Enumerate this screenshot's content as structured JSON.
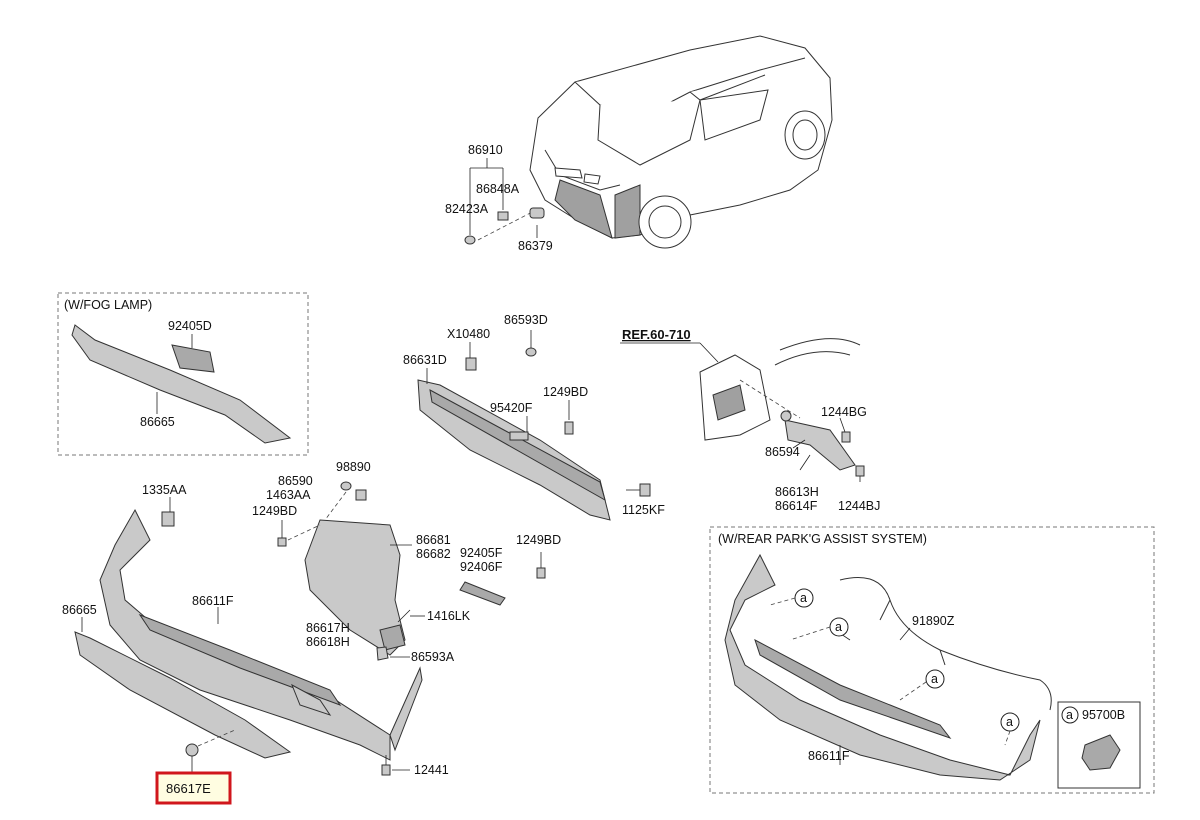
{
  "sections": {
    "fog_lamp": "(W/FOG LAMP)",
    "park_assist": "(W/REAR PARK'G ASSIST SYSTEM)"
  },
  "ref_label": "REF.60-710",
  "callout_letter": "a",
  "labels": {
    "p86910": "86910",
    "p86848A": "86848A",
    "p82423A": "82423A",
    "p86379": "86379",
    "p92405D": "92405D",
    "p86665_fog": "86665",
    "pX10480": "X10480",
    "p86593D": "86593D",
    "p86631D": "86631D",
    "p95420F": "95420F",
    "p1249BD_a": "1249BD",
    "p1125KF": "1125KF",
    "p1244BG": "1244BG",
    "p86594": "86594",
    "p86613H": "86613H",
    "p86614F": "86614F",
    "p1244BJ": "1244BJ",
    "p1335AA": "1335AA",
    "p86590": "86590",
    "p1463AA": "1463AA",
    "p98890": "98890",
    "p1249BD_b": "1249BD",
    "p86681": "86681",
    "p86682": "86682",
    "p1249BD_c": "1249BD",
    "p92405F": "92405F",
    "p92406F": "92406F",
    "p86665": "86665",
    "p86611F": "86611F",
    "p1416LK": "1416LK",
    "p86617H": "86617H",
    "p86618H": "86618H",
    "p86593A": "86593A",
    "p12441": "12441",
    "p86617E": "86617E",
    "p91890Z": "91890Z",
    "p86611F_b": "86611F",
    "p95700B": "95700B"
  },
  "highlight": {
    "part": "86617E",
    "border_color": "#d0161c",
    "fill_color": "#fffde1"
  }
}
